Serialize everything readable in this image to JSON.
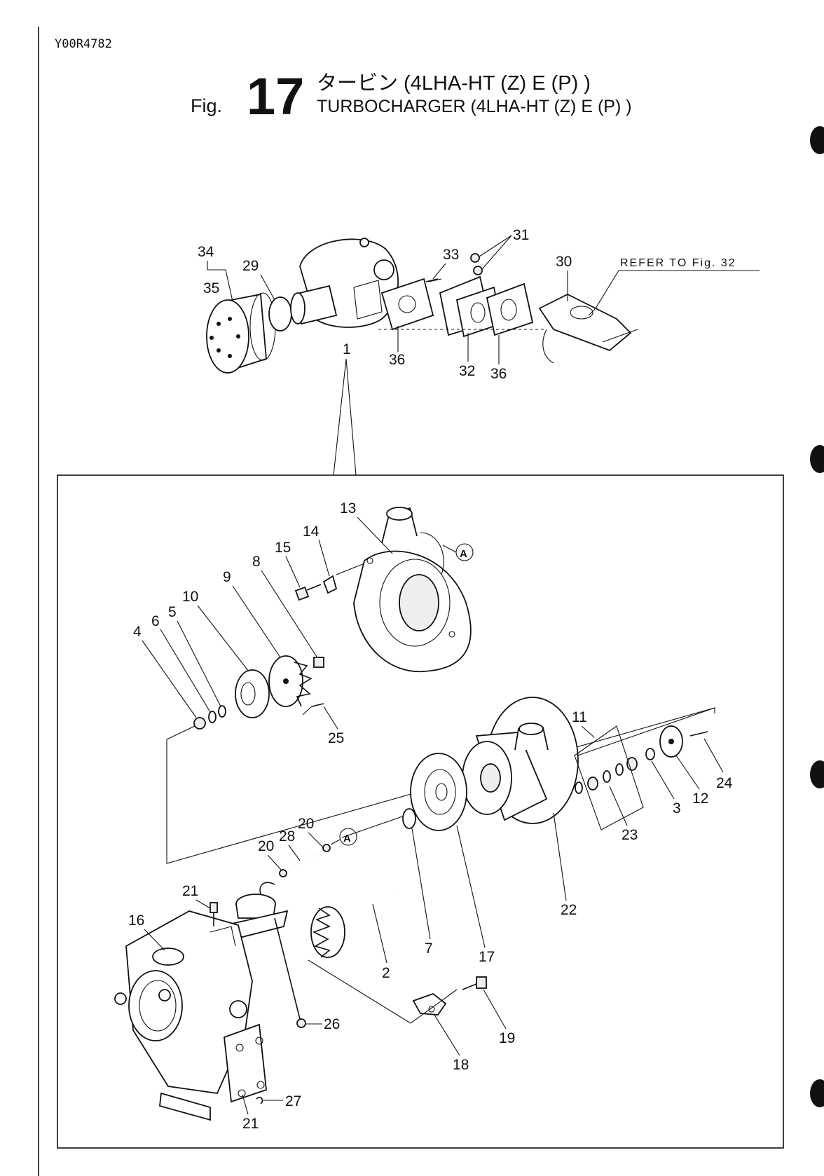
{
  "header": {
    "code": "Y00R4782",
    "fig_prefix": "Fig.",
    "fig_number": "17",
    "title_jp": "タービン (4LHA-HT (Z) E (P) )",
    "title_en": "TURBOCHARGER (4LHA-HT (Z) E (P) )"
  },
  "reference": "REFER TO Fig. 32",
  "detail_marker": "A",
  "callouts": {
    "c1": "1",
    "c2": "2",
    "c3": "3",
    "c4": "4",
    "c5": "5",
    "c6": "6",
    "c7": "7",
    "c8": "8",
    "c9": "9",
    "c10": "10",
    "c11": "11",
    "c12": "12",
    "c13": "13",
    "c14": "14",
    "c15": "15",
    "c16": "16",
    "c17": "17",
    "c18": "18",
    "c19": "19",
    "c20": "20",
    "c21": "21",
    "c22": "22",
    "c23": "23",
    "c24": "24",
    "c25": "25",
    "c26": "26",
    "c27": "27",
    "c28": "28",
    "c29": "29",
    "c30": "30",
    "c31": "31",
    "c32": "32",
    "c33": "33",
    "c34": "34",
    "c35": "35",
    "c36": "36"
  }
}
